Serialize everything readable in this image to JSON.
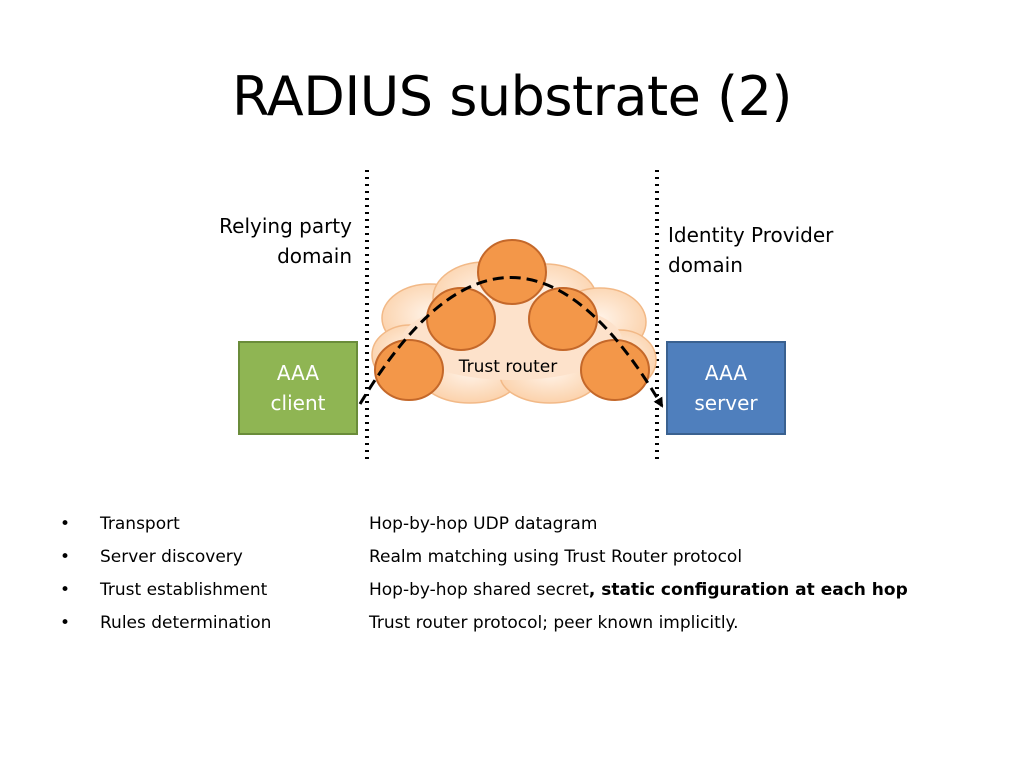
{
  "slide": {
    "title": "RADIUS substrate (2)"
  },
  "diagram": {
    "relying_party_line1": "Relying party",
    "relying_party_line2": "domain",
    "idp_line1": "Identity Provider",
    "idp_line2": "domain",
    "client_line1": "AAA",
    "client_line2": "client",
    "server_line1": "AAA",
    "server_line2": "server",
    "trust_router": "Trust router",
    "colors": {
      "client_fill": "#8fb553",
      "server_fill": "#4f7fbd",
      "node_fill": "#f39749",
      "cloud_fill": "#fcd5b5"
    }
  },
  "bullets": [
    {
      "term": "Transport",
      "desc": "Hop-by-hop UDP datagram",
      "desc_bold": ""
    },
    {
      "term": "Server discovery",
      "desc": "Realm matching using Trust Router protocol",
      "desc_bold": ""
    },
    {
      "term": "Trust establishment",
      "desc": "Hop-by-hop shared secret",
      "desc_bold": ", static configuration at each hop"
    },
    {
      "term": "Rules determination",
      "desc": "Trust router protocol; peer known implicitly.",
      "desc_bold": ""
    }
  ],
  "bullet_glyph": "•"
}
